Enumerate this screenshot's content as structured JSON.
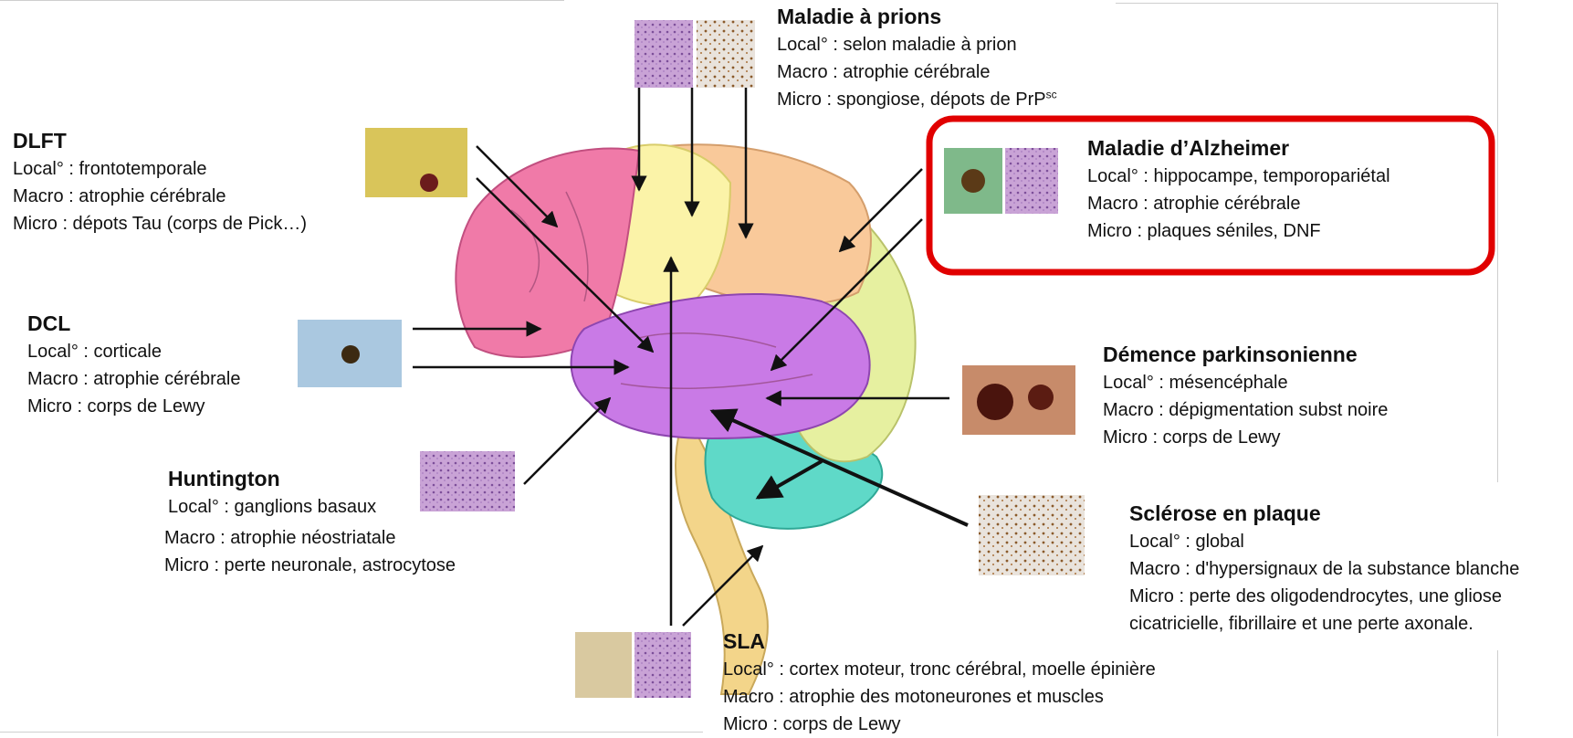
{
  "colors": {
    "frontal": "#f07aa8",
    "parietal": "#fbf3a8",
    "occipital": "#f9c99a",
    "temporal": "#c97ae6",
    "cerebellum": "#5fd9c8",
    "brainstem": "#f3d58a",
    "highlight": "#e10000",
    "arrow": "#111111"
  },
  "diseases": [
    {
      "key": "prion",
      "title": "Maladie à prions",
      "local": "Local° : selon maladie à prion",
      "macro": "Macro : atrophie cérébrale",
      "micro_prefix": "Micro : spongiose, dépots de PrP",
      "micro_sup": "sc"
    },
    {
      "key": "dlft",
      "title": "DLFT",
      "local": "Local° :  frontotemporale",
      "macro": "Macro : atrophie cérébrale",
      "micro": "Micro : dépots Tau (corps de Pick…)"
    },
    {
      "key": "alzheimer",
      "title": "Maladie d’Alzheimer",
      "local": "Local° : hippocampe, temporopariétal",
      "macro": "Macro : atrophie cérébrale",
      "micro": "Micro : plaques séniles, DNF",
      "highlighted": true
    },
    {
      "key": "dcl",
      "title": "DCL",
      "local": "Local° :  corticale",
      "macro": "Macro : atrophie cérébrale",
      "micro": "Micro : corps de Lewy"
    },
    {
      "key": "parkinson",
      "title": "Démence parkinsonienne",
      "local": "Local° : mésencéphale",
      "macro": "Macro : dépigmentation subst noire",
      "micro": "Micro : corps de Lewy"
    },
    {
      "key": "huntington",
      "title": "Huntington",
      "local": "Local° : ganglions basaux",
      "macro": "Macro : atrophie  néostriatale",
      "micro": "Micro : perte neuronale, astrocytose"
    },
    {
      "key": "sep",
      "title": "Sclérose en plaque",
      "local": "Local° : global",
      "macro": "Macro : d'hypersignaux de la substance blanche",
      "micro": "Micro : perte des oligodendrocytes, une gliose",
      "micro_cont": "cicatricielle, fibrillaire et une perte axonale."
    },
    {
      "key": "sla",
      "title": "SLA",
      "local": "Local° : cortex moteur, tronc cérébral, moelle épinière",
      "macro": "Macro : atrophie des motoneurones et muscles",
      "micro": "Micro : corps de Lewy"
    }
  ]
}
